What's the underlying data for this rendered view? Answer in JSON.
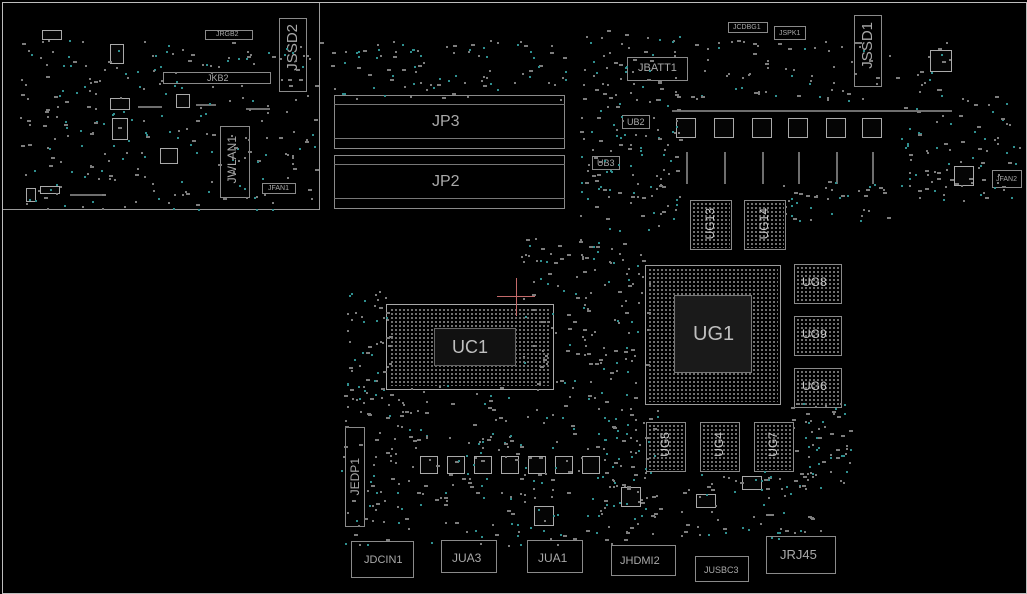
{
  "view": {
    "background": "#000000",
    "outline_color": "#9a9a9a",
    "text_color": "#a9a9a9",
    "via_color": "#2f8f8f"
  },
  "labels": {
    "jrgb2": "JRGB2",
    "jkb2": "JKB2",
    "jssd2": "JSSD2",
    "jwlan1": "JWLAN1",
    "jfan1": "JFAN1",
    "jp3": "JP3",
    "jp2": "JP2",
    "jbatt1": "JBATT1",
    "jdbg1": "JCDBG1",
    "jspk1": "JSPK1",
    "jssd1": "JSSD1",
    "jfan2": "JFAN2",
    "ub2": "UB2",
    "ub3": "UB3",
    "ug13": "UG13",
    "ug14": "UG14",
    "ug8": "UG8",
    "ug9": "UG9",
    "ug6": "UG6",
    "ug1": "UG1",
    "uc1": "UC1",
    "ug5": "UG5",
    "ug4": "UG4",
    "ug7": "UG7",
    "jedp1": "JEDP1",
    "jdcin1": "JDCIN1",
    "jua3": "JUA3",
    "jua1": "JUA1",
    "jhdmi2": "JHDMI2",
    "jusbc3": "JUSBC3",
    "jrj45": "JRJ45"
  }
}
